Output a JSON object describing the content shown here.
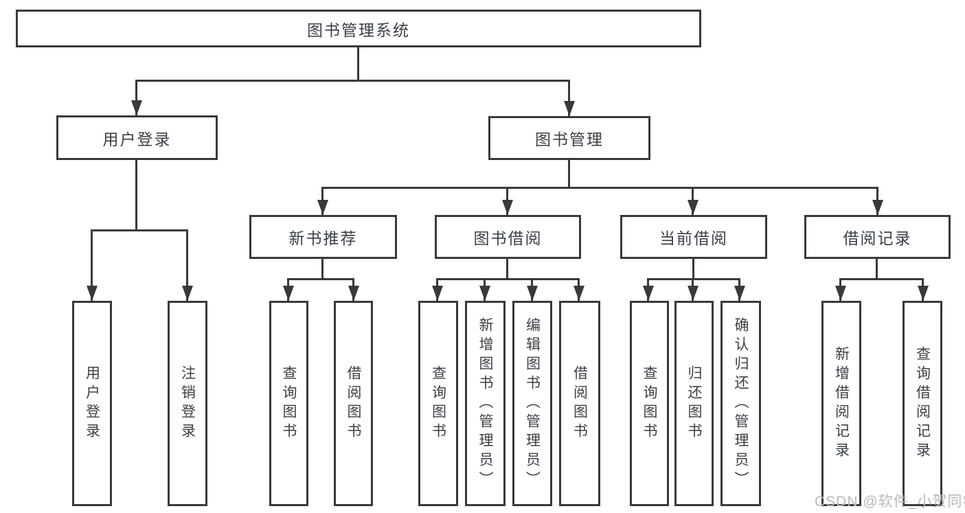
{
  "diagram": {
    "root": {
      "label": "图书管理系统"
    },
    "level2": [
      {
        "id": "user-login",
        "label": "用户登录"
      },
      {
        "id": "book-management",
        "label": "图书管理"
      }
    ],
    "level3": [
      {
        "id": "new-book-recommend",
        "label": "新书推荐"
      },
      {
        "id": "book-borrowing",
        "label": "图书借阅"
      },
      {
        "id": "current-borrowing",
        "label": "当前借阅"
      },
      {
        "id": "borrowing-records",
        "label": "借阅记录"
      }
    ],
    "leaves": {
      "user_login": [
        {
          "label": "用户登录"
        },
        {
          "label": "注销登录"
        }
      ],
      "new_book_recommend": [
        {
          "label": "查询图书"
        },
        {
          "label": "借阅图书"
        }
      ],
      "book_borrowing": [
        {
          "label": "查询图书"
        },
        {
          "label": "新增图书（管理员）"
        },
        {
          "label": "编辑图书（管理员）"
        },
        {
          "label": "借阅图书"
        }
      ],
      "current_borrowing": [
        {
          "label": "查询图书"
        },
        {
          "label": "归还图书"
        },
        {
          "label": "确认归还（管理员）"
        }
      ],
      "borrowing_records": [
        {
          "label": "新增借阅记录"
        },
        {
          "label": "查询借阅记录"
        }
      ]
    }
  },
  "watermark": {
    "text": "CSDN @软件_小贺同学",
    "color": "#b9b9b9"
  },
  "colors": {
    "line": "#393939",
    "border": "#393939",
    "text": "#3a3f46",
    "background": "#ffffff"
  }
}
